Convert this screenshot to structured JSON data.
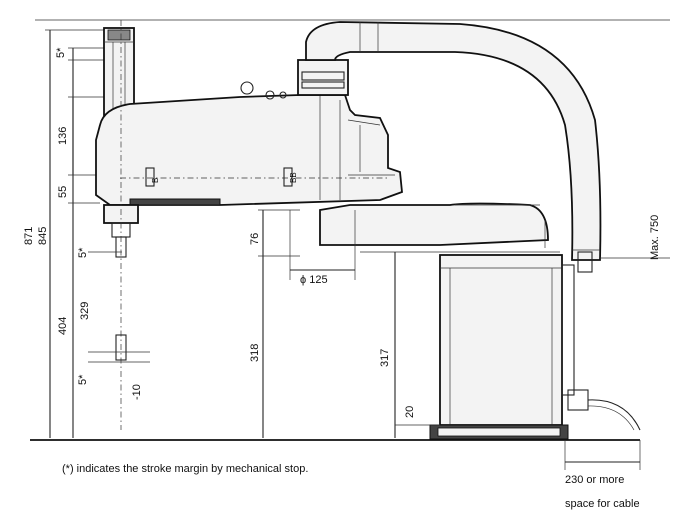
{
  "dimensions": {
    "d871": "871",
    "d845": "845",
    "d5_top": "5*",
    "d136": "136",
    "d55": "55",
    "d5_mid": "5*",
    "d329": "329",
    "d404": "404",
    "d5_low": "5*",
    "dneg10": "-10",
    "d318": "318",
    "d76": "76",
    "dphi125": "ϕ 125",
    "d317": "317",
    "d20": "20",
    "dmax750": "Max. 750",
    "dB": "B",
    "dBB": "BB"
  },
  "notes": {
    "stroke": "(*) indicates the stroke margin by mechanical stop.",
    "cable_line1": "230 or more",
    "cable_line2": "space for cable"
  }
}
